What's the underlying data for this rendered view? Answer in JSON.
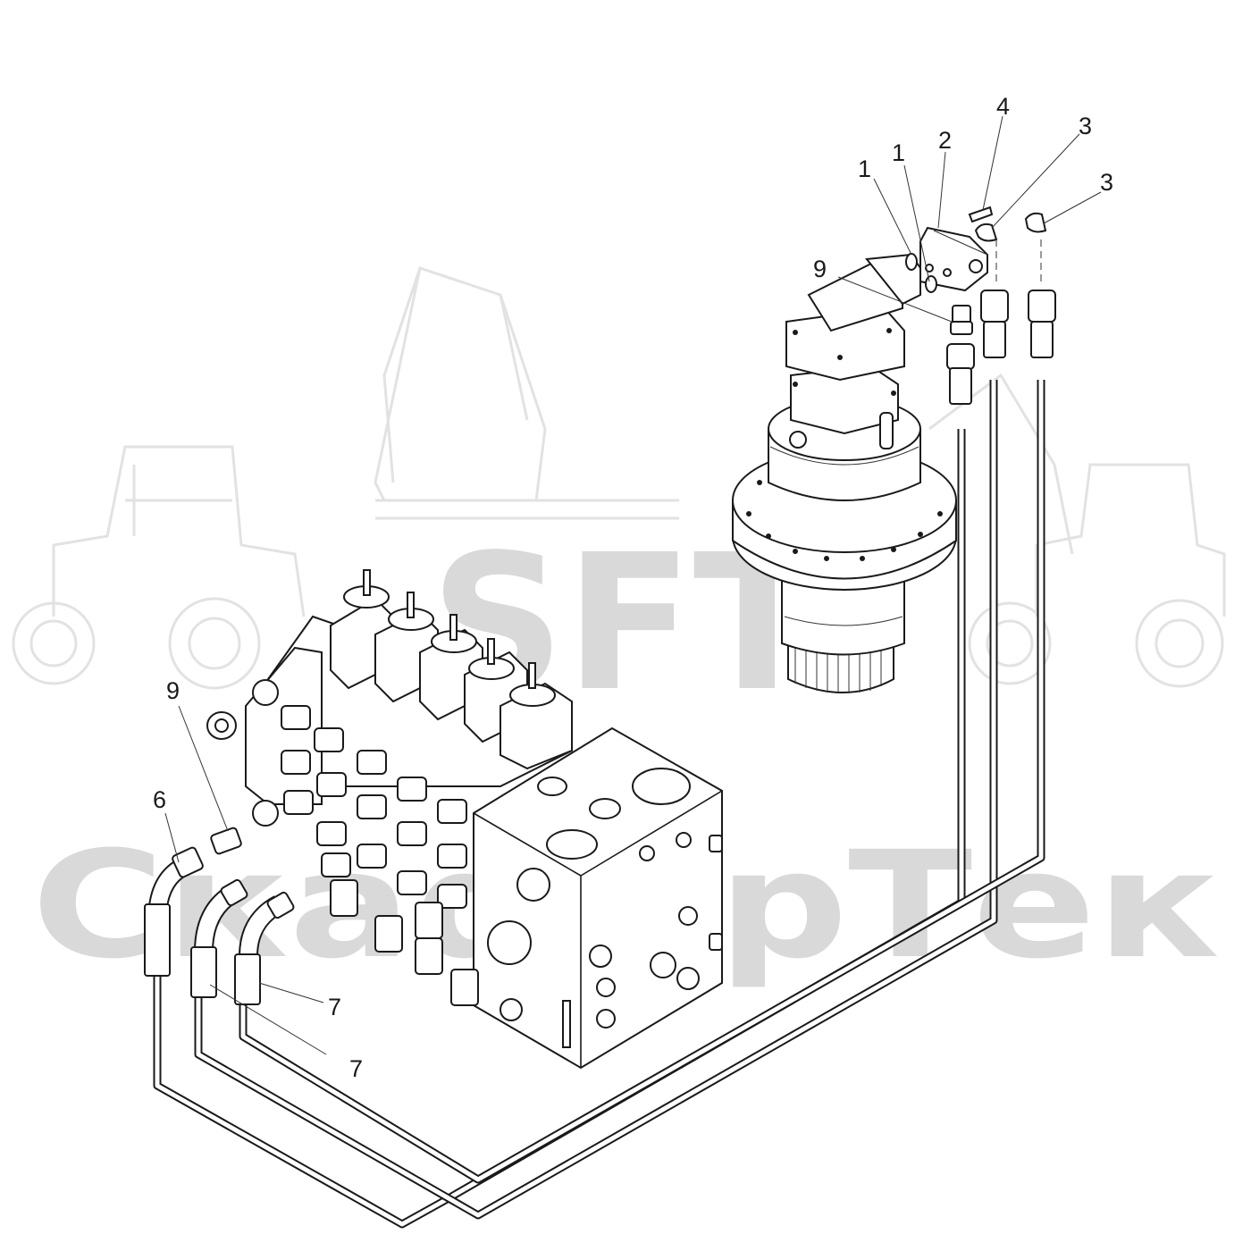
{
  "watermark": {
    "brand": "SFT",
    "company": "СкафорТек",
    "color": "#d9d9d9"
  },
  "callouts": [
    {
      "id": "c1a",
      "label": "1"
    },
    {
      "id": "c1b",
      "label": "1"
    },
    {
      "id": "c2",
      "label": "2"
    },
    {
      "id": "c4",
      "label": "4"
    },
    {
      "id": "c3a",
      "label": "3"
    },
    {
      "id": "c3b",
      "label": "3"
    },
    {
      "id": "c9a",
      "label": "9"
    },
    {
      "id": "c9b",
      "label": "9"
    },
    {
      "id": "c6",
      "label": "6"
    },
    {
      "id": "c7a",
      "label": "7"
    },
    {
      "id": "c7b",
      "label": "7"
    }
  ],
  "colors": {
    "ink": "#1a1a1a",
    "background": "#ffffff",
    "watermark": "#d9d9d9"
  }
}
